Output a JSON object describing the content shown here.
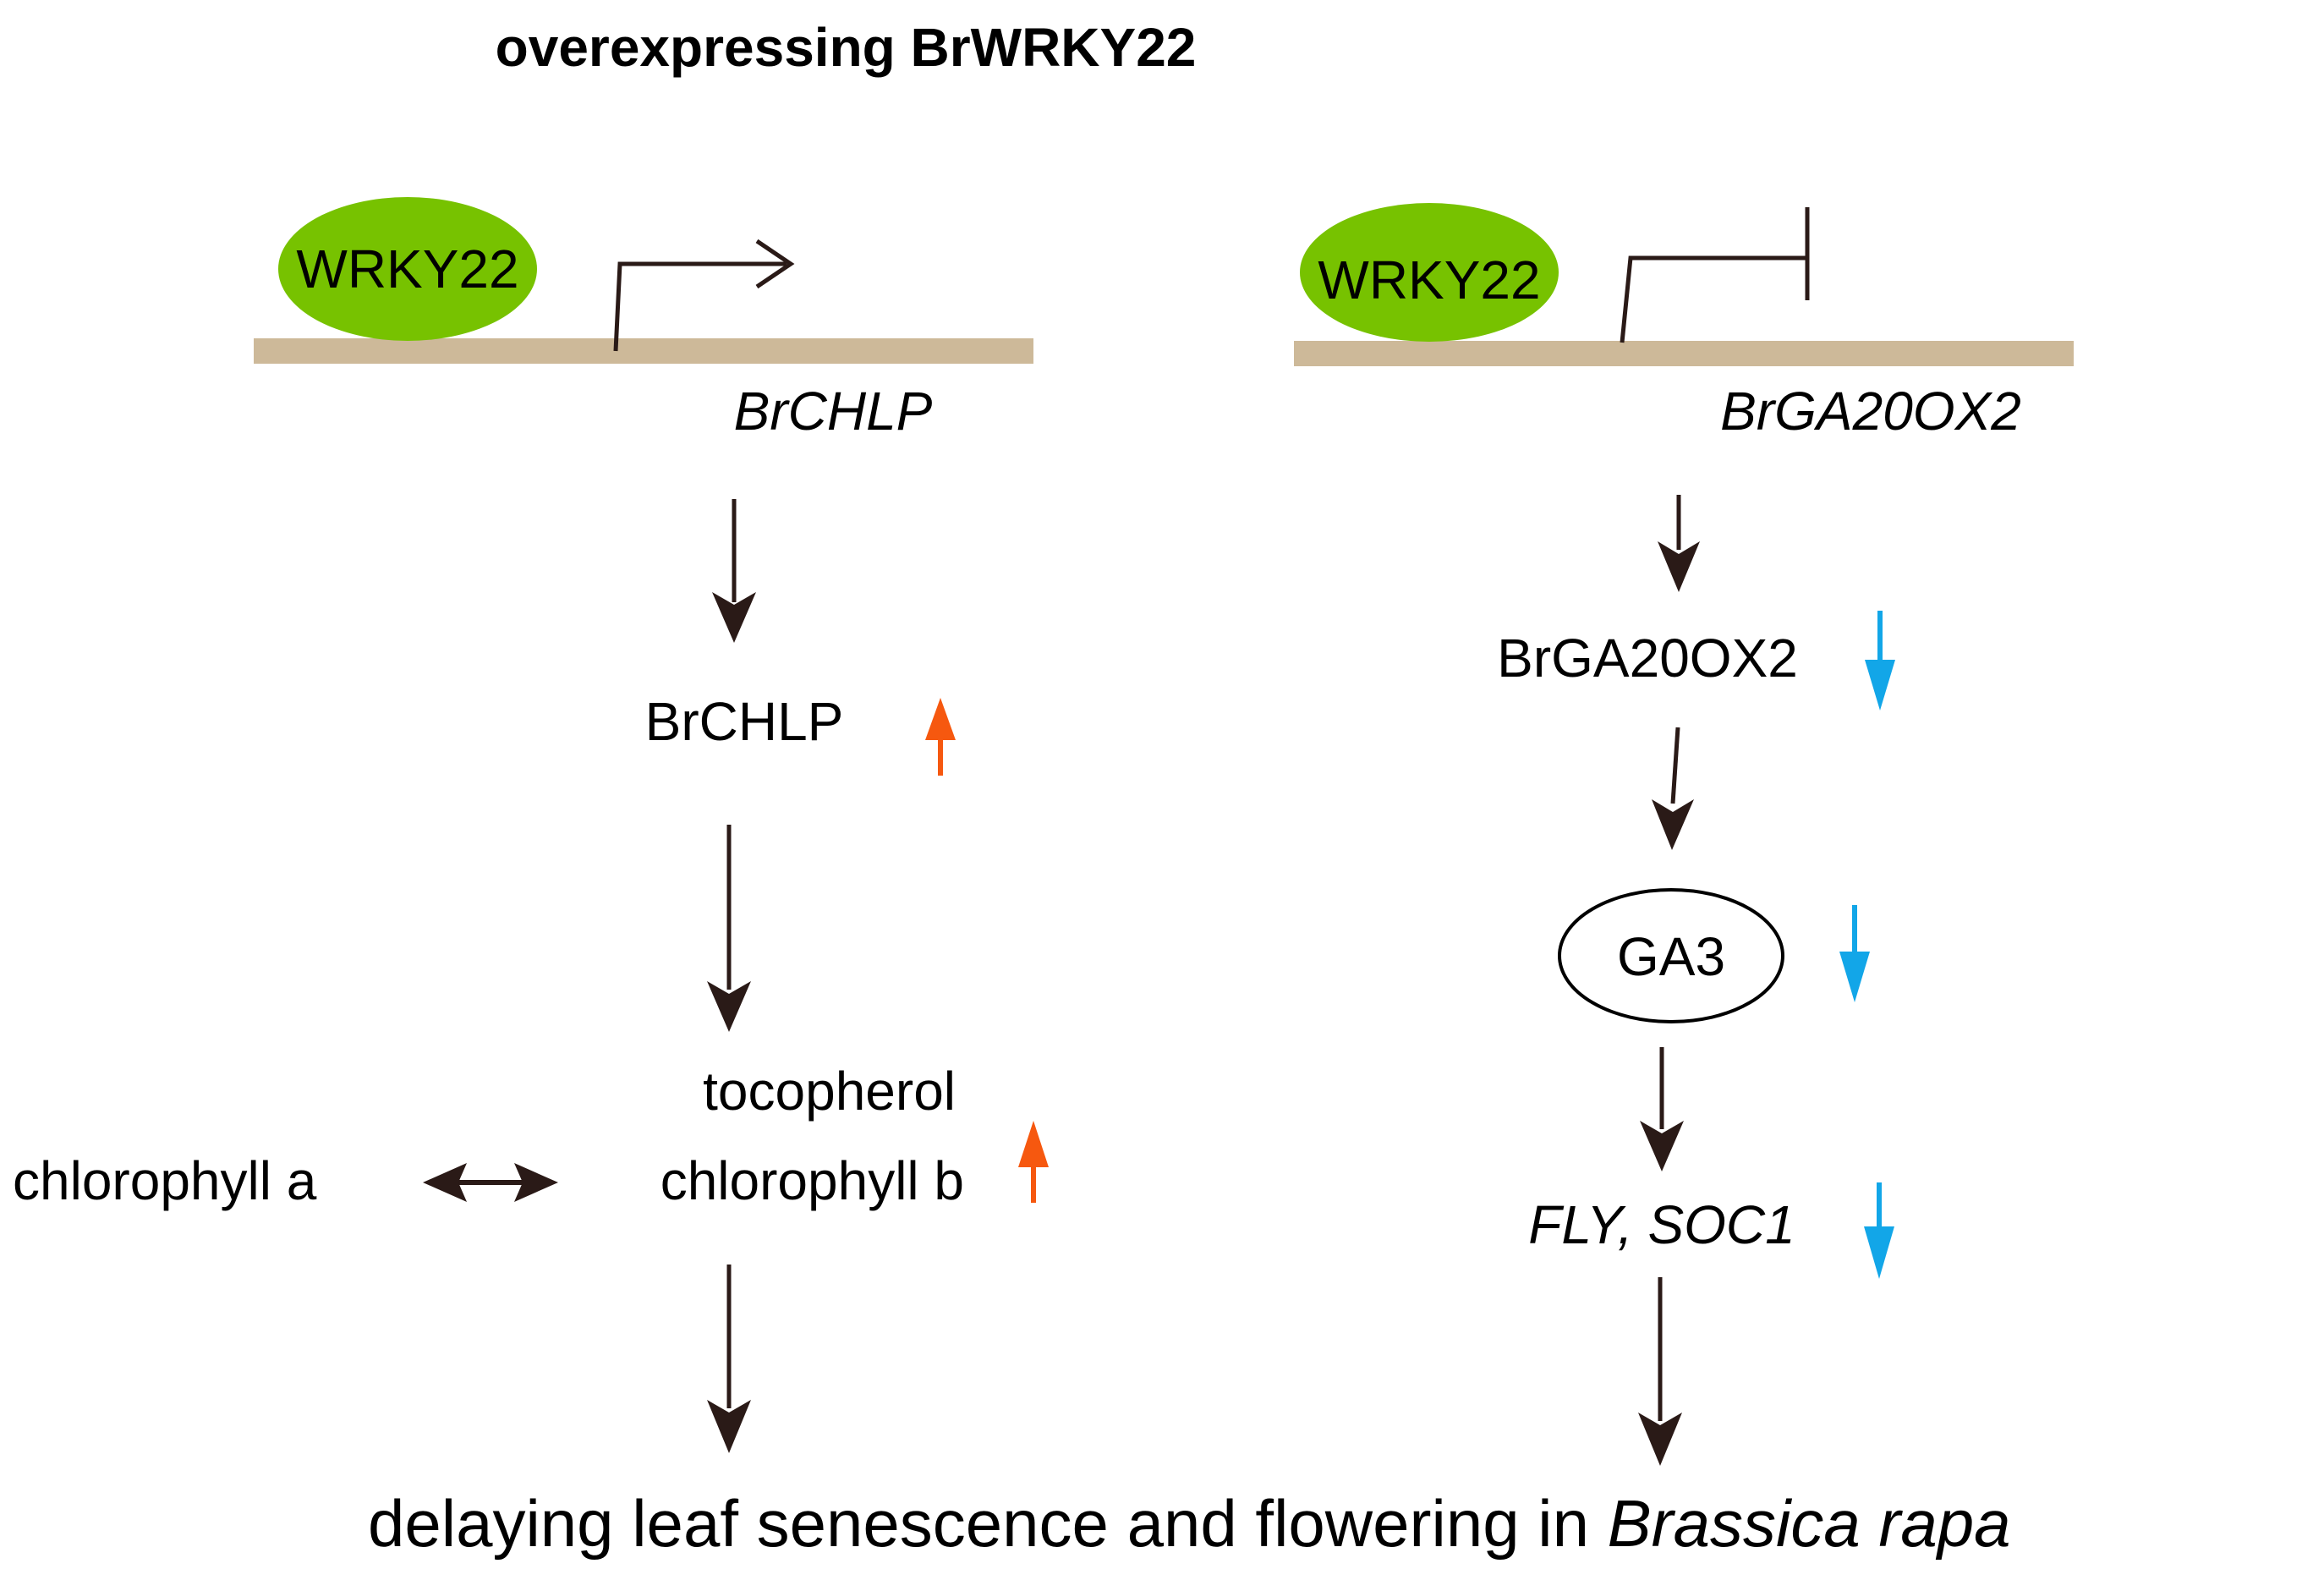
{
  "title": "overexpressing BrWRKY22",
  "left_pathway": {
    "tf_label": "WRKY22",
    "gene_label": "BrCHLP",
    "protein_label": "BrCHLP",
    "product_line1": "tocopherol",
    "product_line2": "chlorophyll b",
    "side_label": "chlorophyll a"
  },
  "right_pathway": {
    "tf_label": "WRKY22",
    "gene_label": "BrGA20OX2",
    "protein_label": "BrGA20OX2",
    "hormone_label": "GA3",
    "targets_label": "FLY, SOC1"
  },
  "conclusion": {
    "prefix": "delaying leaf senescence and flowering in ",
    "species": "Brassica rapa"
  },
  "colors": {
    "tf_green": "#77c200",
    "dna_tan": "#cdb999",
    "arrow_dark": "#2a1a17",
    "up_orange": "#f6580f",
    "down_blue": "#12a6e8"
  },
  "icons": {
    "activation": "promoter-activation-arrow-icon",
    "repression": "promoter-repression-bar-icon",
    "up": "up-arrow-icon",
    "down": "down-arrow-icon"
  }
}
